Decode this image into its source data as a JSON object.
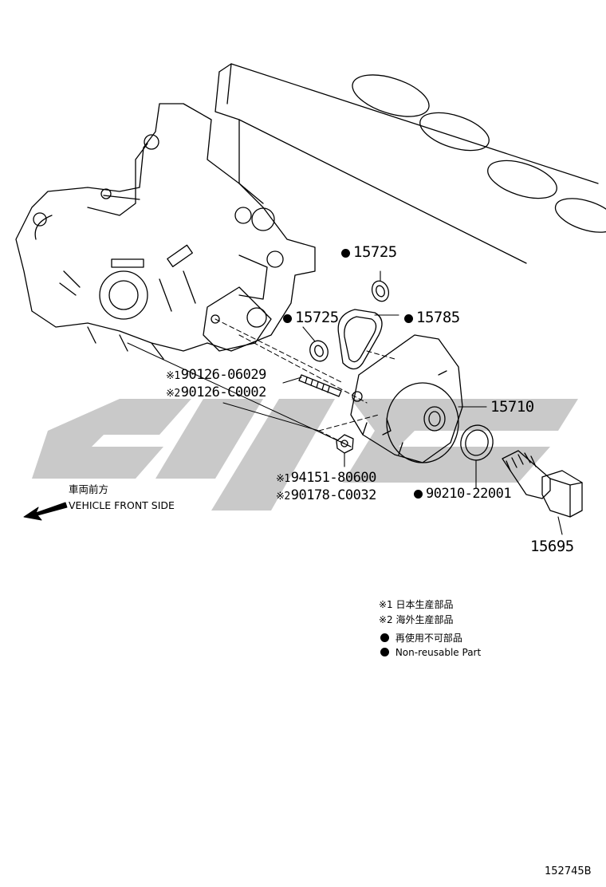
{
  "diagram_id": "152745B",
  "callouts": {
    "oil_seal_top": {
      "part_no": "15725",
      "non_reusable": true
    },
    "oil_seal_left": {
      "part_no": "15725",
      "non_reusable": true
    },
    "gasket": {
      "part_no": "15785",
      "non_reusable": true
    },
    "stud_bolt": {
      "mark1": "※1",
      "part_no_1": "90126-06029",
      "mark2": "※2",
      "part_no_2": "90126-C0002"
    },
    "cooler": {
      "part_no": "15710"
    },
    "nut": {
      "mark1": "※1",
      "part_no_1": "94151-80600",
      "mark2": "※2",
      "part_no_2": "90178-C0032"
    },
    "o_ring": {
      "part_no": "90210-22001",
      "non_reusable": true
    },
    "union_bolt": {
      "part_no": "15695"
    }
  },
  "direction": {
    "label_jp": "車両前方",
    "label_en": "VEHICLE FRONT SIDE"
  },
  "legend": [
    {
      "symbol": "※1",
      "text": "日本生産部品"
    },
    {
      "symbol": "※2",
      "text": "海外生産部品"
    },
    {
      "symbol": "dot",
      "text": "再使用不可部品"
    },
    {
      "symbol": "dot",
      "text": "Non-reusable Part"
    }
  ],
  "colors": {
    "line": "#000000",
    "watermark": "#c8c8c8"
  }
}
